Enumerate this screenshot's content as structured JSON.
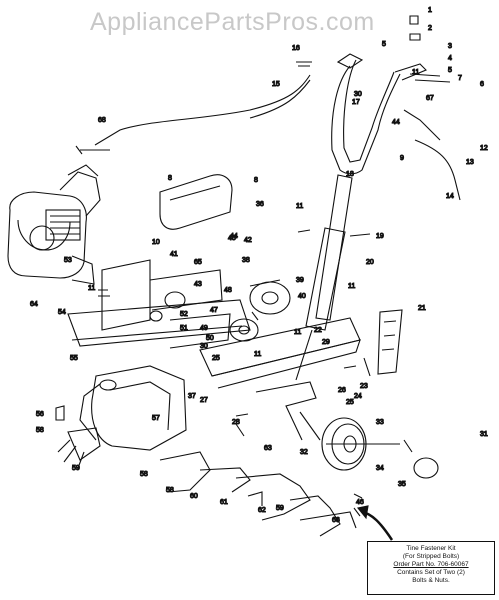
{
  "watermark": "AppliancePartsPros.com",
  "kit_box": {
    "line1": "Tine Fastener Kit",
    "line2": "(For Stripped Bolts)",
    "line3": "Order Part No. 706-60067",
    "line4": "Contains Set of Two (2)",
    "line5": "Bolts & Nuts."
  },
  "callouts": [
    "1",
    "2",
    "3",
    "4",
    "5",
    "5",
    "6",
    "7",
    "8",
    "8",
    "9",
    "10",
    "11",
    "11",
    "11",
    "11",
    "11",
    "11",
    "12",
    "13",
    "14",
    "15",
    "16",
    "17",
    "18",
    "19",
    "20",
    "21",
    "22",
    "23",
    "24",
    "25",
    "25",
    "26",
    "27",
    "28",
    "29",
    "30",
    "30",
    "31",
    "32",
    "33",
    "34",
    "35",
    "36",
    "37",
    "38",
    "39",
    "40",
    "41",
    "42",
    "43",
    "44",
    "44",
    "45",
    "46",
    "47",
    "48",
    "49",
    "50",
    "51",
    "52",
    "53",
    "54",
    "55",
    "56",
    "57",
    "58",
    "58",
    "58",
    "59",
    "59",
    "60",
    "61",
    "62",
    "63",
    "64",
    "65",
    "66",
    "67",
    "68"
  ]
}
